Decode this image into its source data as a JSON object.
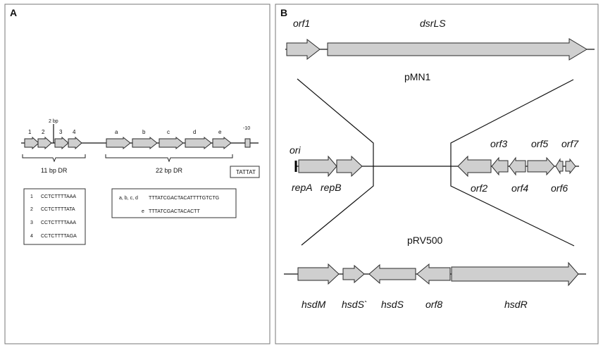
{
  "panel_a": {
    "letter": "A",
    "repeat_numbers": [
      "1",
      "2",
      "3",
      "4"
    ],
    "spacer_label": "2 bp",
    "dr22_letters": [
      "a",
      "b",
      "c",
      "d",
      "e"
    ],
    "minus10_label": "-10",
    "dr11_label": "11 bp DR",
    "dr22_label": "22 bp DR",
    "box_sequence": "TATTAT",
    "seq11": [
      {
        "num": "1",
        "seq": "CCTCTTTTAAA"
      },
      {
        "num": "2",
        "seq": "CCTCTTTTATA"
      },
      {
        "num": "3",
        "seq": "CCTCTTTTAAA"
      },
      {
        "num": "4",
        "seq": "CCTCTTTTAGA"
      }
    ],
    "seq22": [
      {
        "ids": "a, b, c, d",
        "seq": "TTTATCGACTACATTTTGTCTG"
      },
      {
        "ids": "e",
        "seq": "TTTATCGACTACACTT"
      }
    ]
  },
  "panel_b": {
    "letter": "B",
    "pmn1": {
      "name": "pMN1",
      "genes": [
        "orf1",
        "dsrLS"
      ]
    },
    "middle": {
      "ori": "ori",
      "left_genes": [
        "repA",
        "repB"
      ],
      "right_top": [
        "orf3",
        "orf5",
        "orf7"
      ],
      "right_bottom": [
        "orf2",
        "orf4",
        "orf6"
      ]
    },
    "prv500": {
      "name": "pRV500",
      "genes": [
        "hsdM",
        "hsdS`",
        "hsdS",
        "orf8",
        "hsdR"
      ]
    }
  }
}
